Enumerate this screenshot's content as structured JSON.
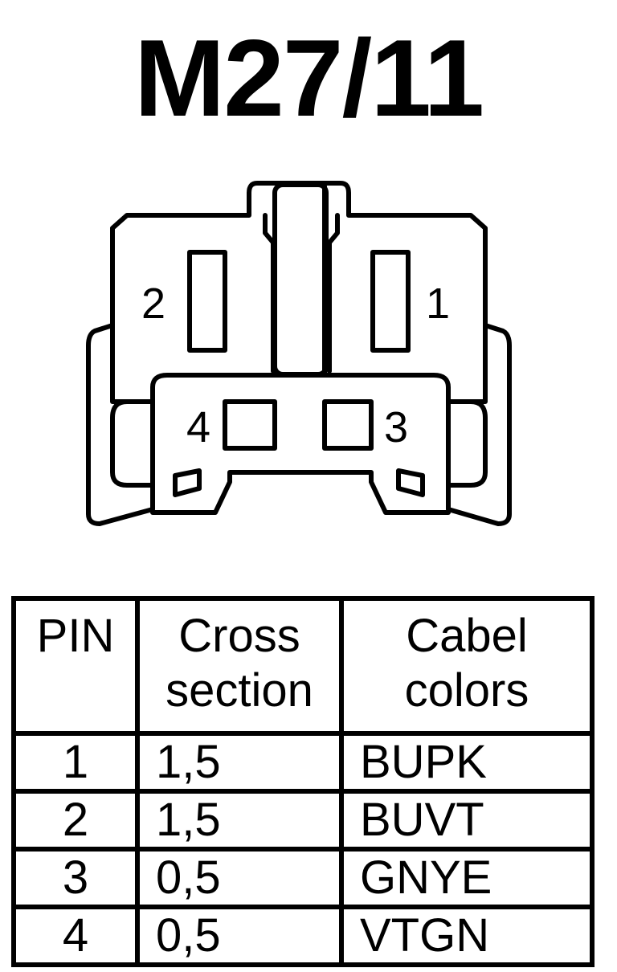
{
  "title": "M27/11",
  "connector": {
    "pins": [
      {
        "label": "2",
        "shape": "tall-slot"
      },
      {
        "label": "1",
        "shape": "tall-slot"
      },
      {
        "label": "4",
        "shape": "square"
      },
      {
        "label": "3",
        "shape": "square"
      }
    ]
  },
  "table": {
    "headers": [
      {
        "line1": "PIN",
        "line2": ""
      },
      {
        "line1": "Cross",
        "line2": "section"
      },
      {
        "line1": "Cabel",
        "line2": "colors"
      }
    ],
    "rows": [
      {
        "pin": "1",
        "cross_section": "1,5",
        "color": "BUPK"
      },
      {
        "pin": "2",
        "cross_section": "1,5",
        "color": "BUVT"
      },
      {
        "pin": "3",
        "cross_section": "0,5",
        "color": "GNYE"
      },
      {
        "pin": "4",
        "cross_section": "0,5",
        "color": "VTGN"
      }
    ]
  }
}
